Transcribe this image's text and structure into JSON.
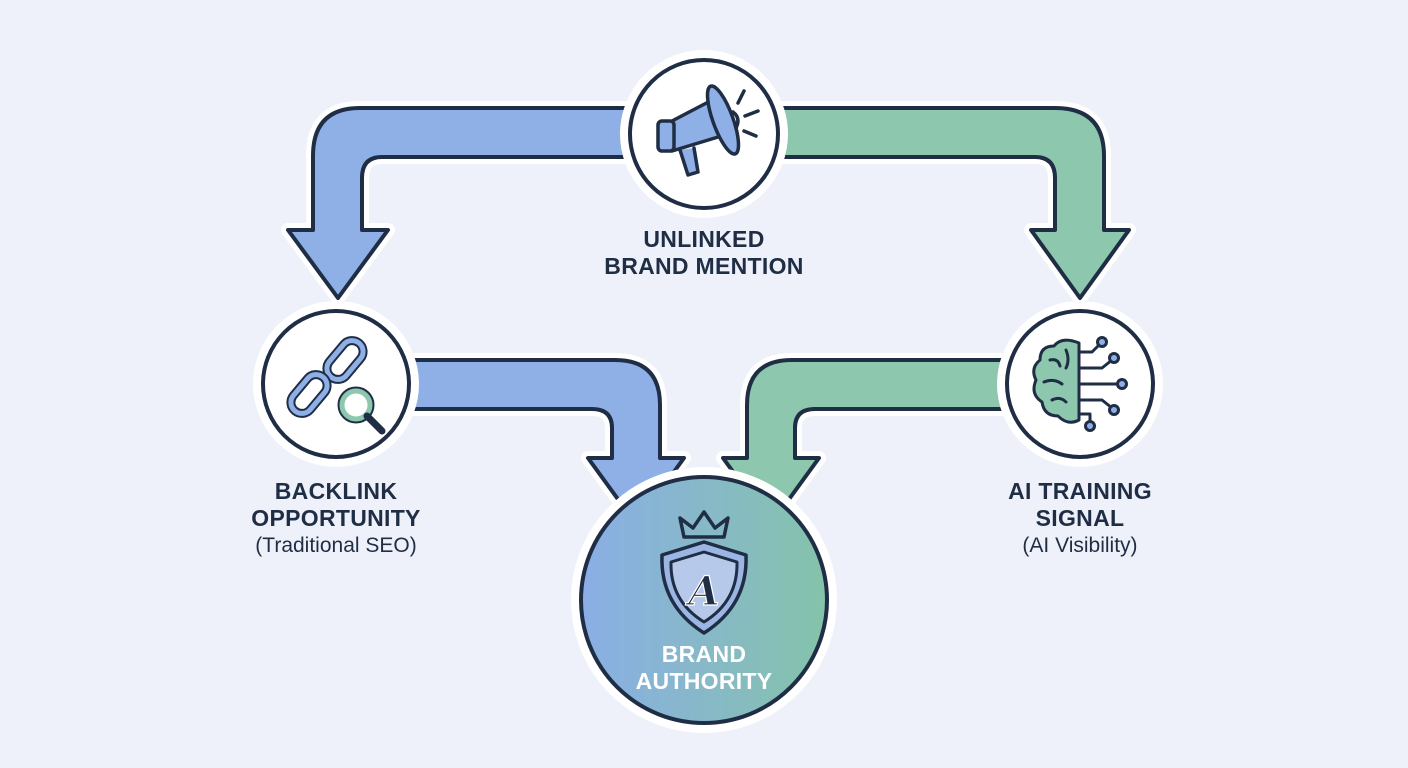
{
  "nodes": {
    "top": {
      "line1": "UNLINKED",
      "line2": "BRAND MENTION",
      "icon": "megaphone-icon"
    },
    "left": {
      "line1": "BACKLINK",
      "line2": "OPPORTUNITY",
      "sub": "(Traditional SEO)",
      "icon": "link-search-icon"
    },
    "right": {
      "line1": "AI TRAINING",
      "line2": "SIGNAL",
      "sub": "(AI Visibility)",
      "icon": "ai-brain-icon"
    },
    "center": {
      "line1": "BRAND",
      "line2": "AUTHORITY",
      "icon": "crown-shield-icon",
      "badge_letter": "A"
    }
  },
  "colors": {
    "background": "#eef1f9",
    "blue_flow": "#8eb0e6",
    "green_flow": "#8cc7ae",
    "outline": "#1f2d45",
    "center_gradient_start": "#8aaee6",
    "center_gradient_end": "#84c3aa"
  }
}
